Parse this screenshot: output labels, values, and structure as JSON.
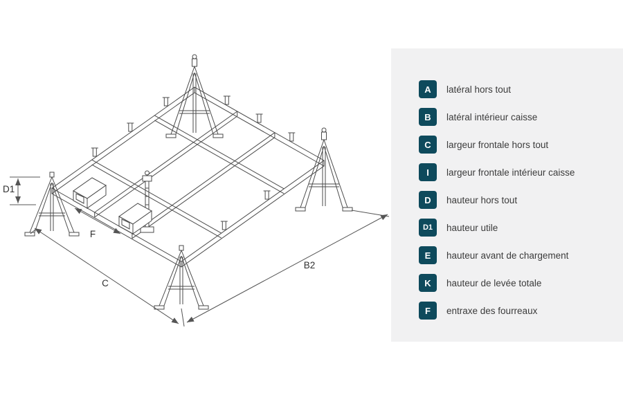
{
  "colors": {
    "badge_bg": "#0e4a5c",
    "badge_text": "#ffffff",
    "panel_bg": "#f1f1f2",
    "line": "#4a4a4a",
    "text": "#3b3b3b"
  },
  "diagram": {
    "labels": {
      "d1": "D1",
      "f": "F",
      "c": "C",
      "b2": "B2"
    }
  },
  "legend": {
    "items": [
      {
        "badge": "A",
        "label": "latéral hors tout"
      },
      {
        "badge": "B",
        "label": "latéral intérieur caisse"
      },
      {
        "badge": "C",
        "label": "largeur frontale hors tout"
      },
      {
        "badge": "I",
        "label": "largeur frontale intérieur caisse"
      },
      {
        "badge": "D",
        "label": "hauteur hors tout"
      },
      {
        "badge": "D1",
        "label": "hauteur utile"
      },
      {
        "badge": "E",
        "label": "hauteur avant de chargement"
      },
      {
        "badge": "K",
        "label": "hauteur de levée totale"
      },
      {
        "badge": "F",
        "label": "entraxe des fourreaux"
      }
    ]
  }
}
